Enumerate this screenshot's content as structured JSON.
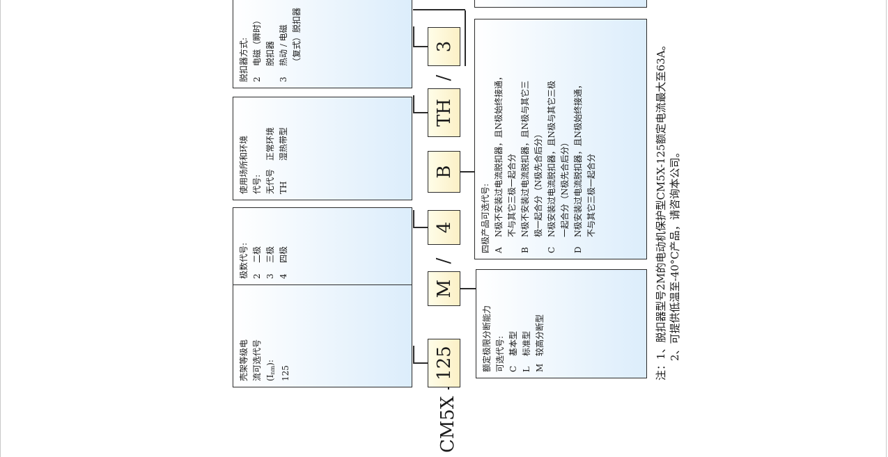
{
  "prefix": "CM5X -",
  "separator": "/",
  "codes": [
    "125",
    "M",
    "4",
    "B",
    "TH",
    "3"
  ],
  "box_frame": {
    "title_line1": "壳架等级电",
    "title_line2": "流可选代号",
    "i_label": "(I",
    "i_sub": "nm",
    "i_end": "):",
    "value": "125"
  },
  "box_breaking": {
    "title_line1": "额定极限分断能力",
    "title_line2": "可选代号:",
    "items": [
      {
        "code": "C",
        "text": "基本型"
      },
      {
        "code": "L",
        "text": "标准型"
      },
      {
        "code": "M",
        "text": "较高分断型"
      }
    ]
  },
  "box_poles": {
    "title": "极数代号:",
    "items": [
      {
        "code": "2",
        "text": "二极"
      },
      {
        "code": "3",
        "text": "三极"
      },
      {
        "code": "4",
        "text": "四极"
      }
    ]
  },
  "box_four_pole": {
    "title": "四极产品可选代号:",
    "items": [
      {
        "code": "A",
        "line1": "N极不安装过电流脱扣器，且N极始终接通，",
        "line2": "不与其它三极一起合分"
      },
      {
        "code": "B",
        "line1": "N极不安装过电流脱扣器，且N极与其它三",
        "line2": "极一起合分（N极先合后分）"
      },
      {
        "code": "C",
        "line1": "N极安装过电流脱扣器，且N极与其它三极",
        "line2": "一起合分（N极先合后分）"
      },
      {
        "code": "D",
        "line1": "N极安装过电流脱扣器，且N极始终接通，",
        "line2": "不与其它三极一起合分"
      }
    ]
  },
  "box_environment": {
    "title": "使用场所和环境",
    "subtitle": "代号:",
    "items": [
      {
        "code": "无代号",
        "text": "正常环境"
      },
      {
        "code": "TH",
        "text": "湿热带型"
      }
    ]
  },
  "box_release": {
    "title": "脱扣器方式:",
    "items": [
      {
        "code": "2",
        "line1": "电磁（瞬时）",
        "line2": "脱扣器"
      },
      {
        "code": "3",
        "line1": "热动 / 电磁",
        "line2": "（复式）脱扣器"
      }
    ]
  },
  "notes": {
    "line1": "注：1、脱扣器型号2M的电动机保护型CM5X-125额定电流最大至63A。",
    "line2": "2、可提供低温至-40°C产品，请咨询本公司。"
  }
}
